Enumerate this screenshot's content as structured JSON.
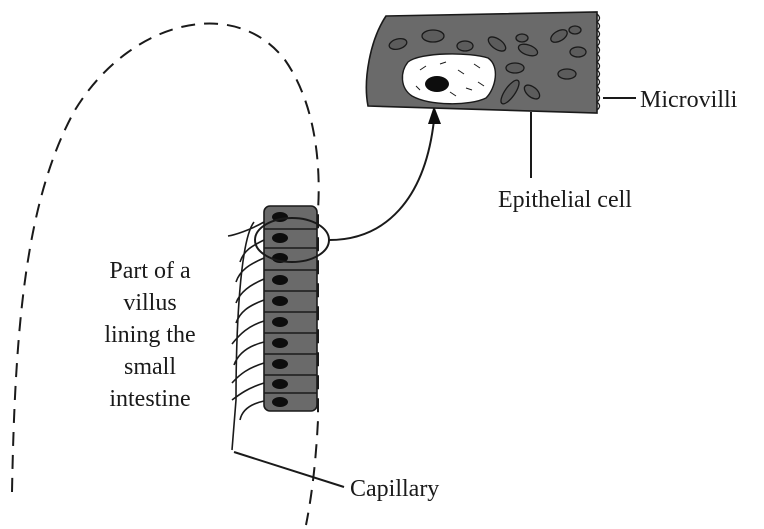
{
  "labels": {
    "microvilli": "Microvilli",
    "epithelial_cell": "Epithelial cell",
    "villus_lines": [
      "Part of a",
      "villus",
      "lining the",
      "small",
      "intestine"
    ],
    "capillary": "Capillary"
  },
  "colors": {
    "line": "#1a1a1a",
    "cell_fill": "#6a6a6a",
    "nucleus": "#0d0d0d",
    "background": "#ffffff"
  }
}
